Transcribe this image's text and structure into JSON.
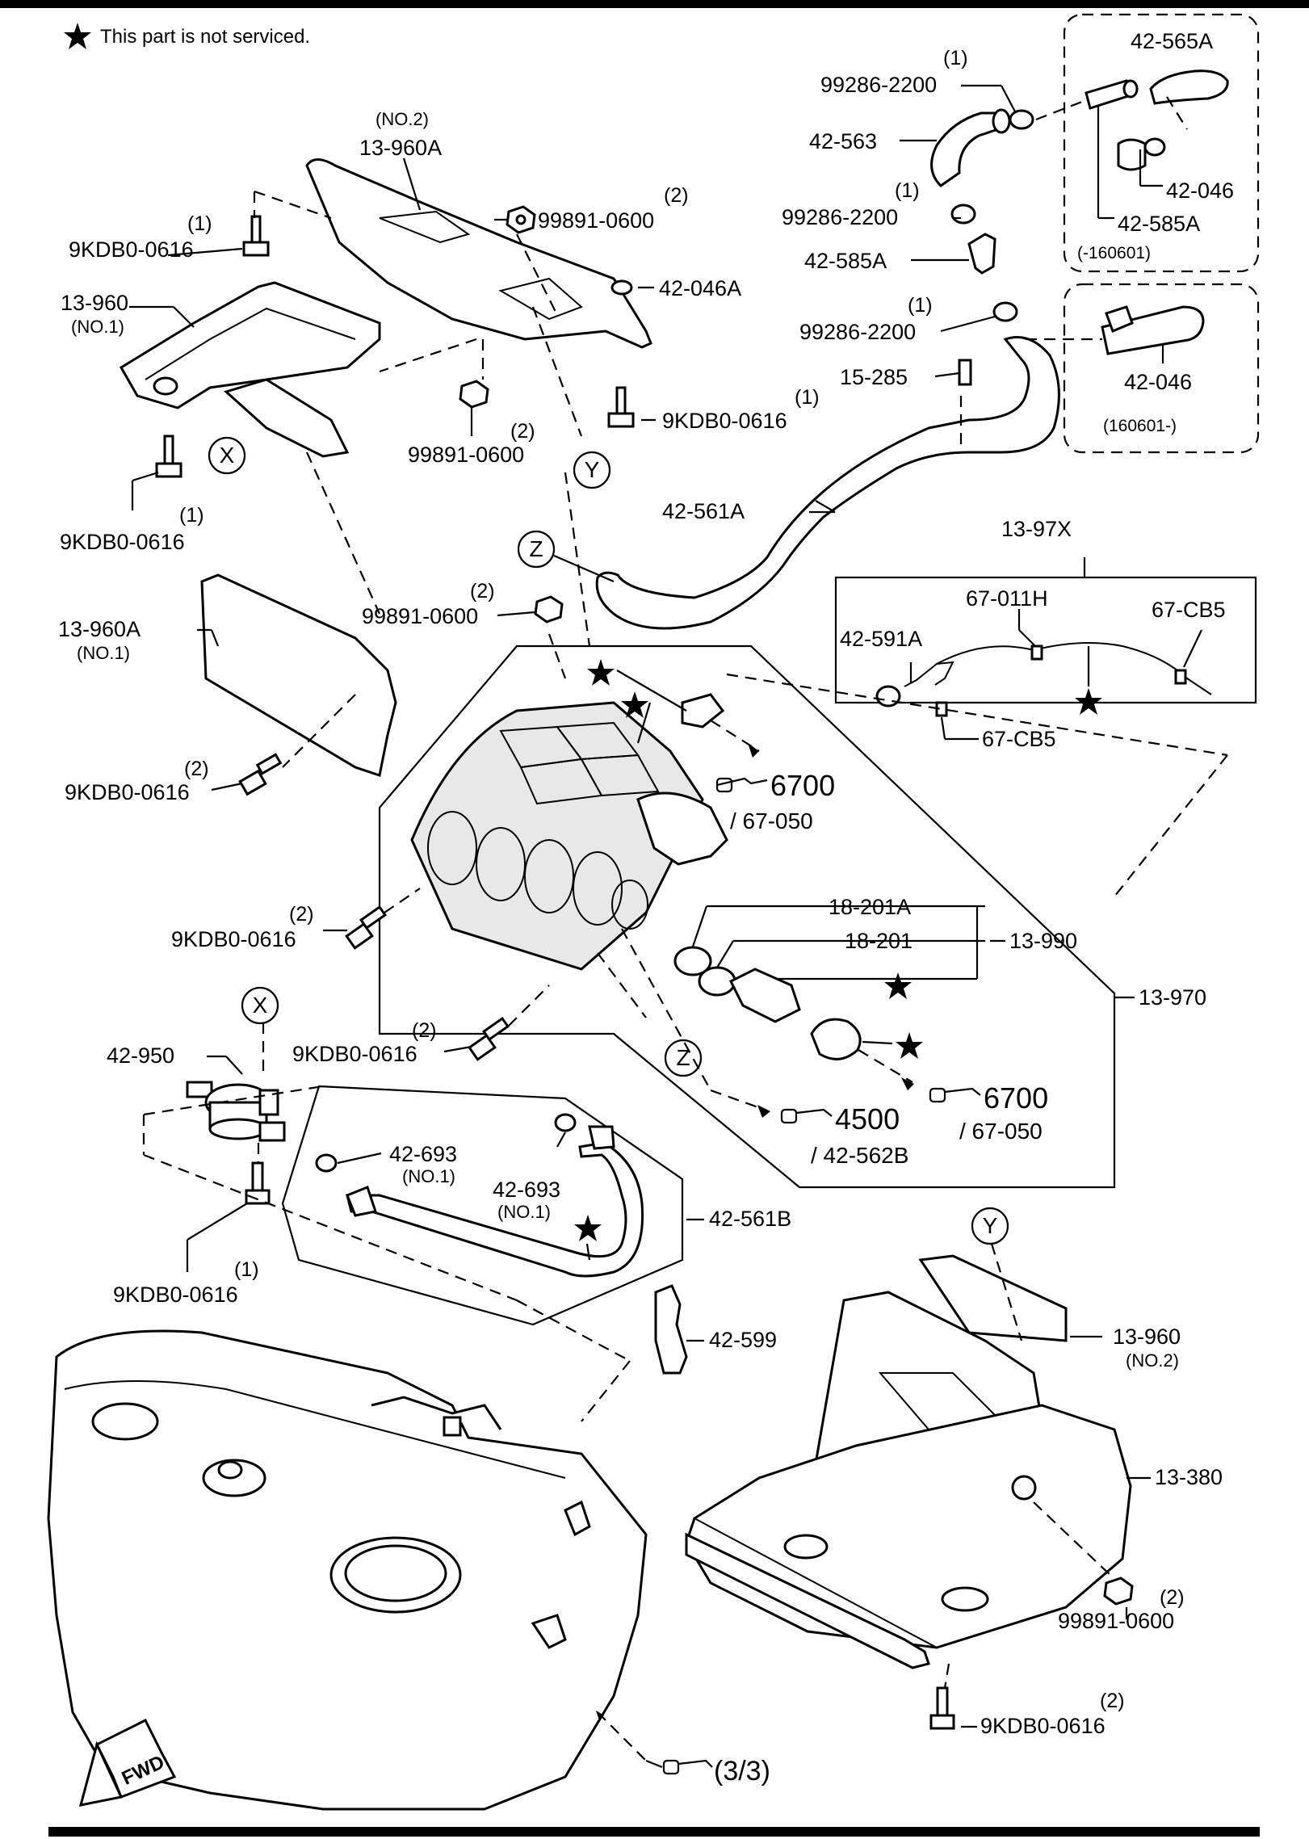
{
  "legend": {
    "star_note": "This part is not serviced."
  },
  "refs": {
    "ref_a": "6700",
    "ref_a_sub": "/ 67-050",
    "ref_b": "6700",
    "ref_b_sub": "/ 67-050",
    "ref_c": "4500",
    "ref_c_sub": "/ 42-562B",
    "ref_d": "(3/3)"
  },
  "markers": {
    "x1": "X",
    "x2": "X",
    "y1": "Y",
    "y2": "Y",
    "z1": "Z",
    "z2": "Z"
  },
  "direction": "FWD",
  "labels": {
    "l_42_565A": "42-565A",
    "l_99286_a_qty": "(1)",
    "l_99286_a": "99286-2200",
    "l_42_563": "42-563",
    "l_42_046_a": "42-046",
    "l_42_585A_a": "42-585A",
    "l_range_a": "(-160601)",
    "l_99286_b_qty": "(1)",
    "l_99286_b": "99286-2200",
    "l_42_585A_b": "42-585A",
    "l_99286_c_qty": "(1)",
    "l_99286_c": "99286-2200",
    "l_42_046_b": "42-046",
    "l_range_b": "(160601-)",
    "l_15_285": "15-285",
    "l_42_561A": "42-561A",
    "l_no2_top": "(NO.2)",
    "l_13_960A_top": "13-960A",
    "l_99891_a_qty": "(2)",
    "l_99891_a": "99891-0600",
    "l_42_046A": "42-046A",
    "l_9kdb_a_qty": "(1)",
    "l_9kdb_a": "9KDB0-0616",
    "l_99891_b_qty": "(2)",
    "l_99891_b": "99891-0600",
    "l_9kdb_b_qty": "(1)",
    "l_9kdb_b": "9KDB0-0616",
    "l_13_960": "13-960",
    "l_no1_a": "(NO.1)",
    "l_9kdb_c_qty": "(1)",
    "l_9kdb_c": "9KDB0-0616",
    "l_13_960A_mid": "13-960A",
    "l_no1_b": "(NO.1)",
    "l_99891_c_qty": "(2)",
    "l_99891_c": "99891-0600",
    "l_9kdb_d_qty": "(2)",
    "l_9kdb_d": "9KDB0-0616",
    "l_13_97X": "13-97X",
    "l_67_011H": "67-011H",
    "l_67_CB5_a": "67-CB5",
    "l_42_591A": "42-591A",
    "l_67_CB5_b": "67-CB5",
    "l_18_201A": "18-201A",
    "l_18_201": "18-201",
    "l_13_990": "13-990",
    "l_13_970": "13-970",
    "l_9kdb_e_qty": "(2)",
    "l_9kdb_e": "9KDB0-0616",
    "l_9kdb_f_qty": "(2)",
    "l_9kdb_f": "9KDB0-0616",
    "l_42_950": "42-950",
    "l_42_693_a": "42-693",
    "l_no1_c": "(NO.1)",
    "l_42_693_b": "42-693",
    "l_no1_d": "(NO.1)",
    "l_42_561B": "42-561B",
    "l_9kdb_g_qty": "(1)",
    "l_9kdb_g": "9KDB0-0616",
    "l_42_599": "42-599",
    "l_13_960_b": "13-960",
    "l_no2_b": "(NO.2)",
    "l_13_380": "13-380",
    "l_99891_d_qty": "(2)",
    "l_99891_d": "99891-0600",
    "l_9kdb_h_qty": "(2)",
    "l_9kdb_h": "9KDB0-0616"
  }
}
